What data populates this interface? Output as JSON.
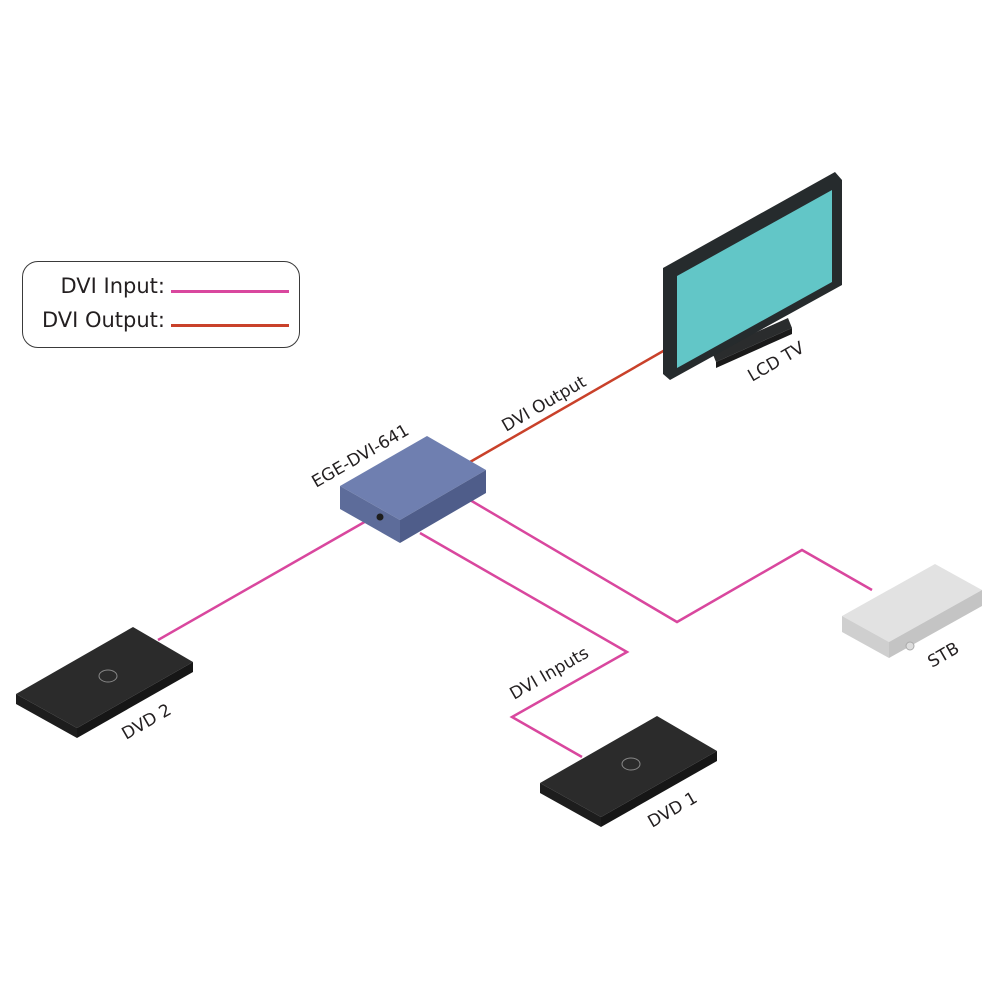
{
  "legend": {
    "items": [
      {
        "label": "DVI Input:",
        "color": "#d9479e"
      },
      {
        "label": "DVI Output:",
        "color": "#c9412a"
      }
    ]
  },
  "devices": {
    "extender": {
      "label": "EGE-DVI-641",
      "color": "#6f7fb0"
    },
    "tv": {
      "label": "LCD TV",
      "screen_color": "#62c6c7"
    },
    "stb": {
      "label": "STB"
    },
    "dvd2": {
      "label": "DVD 2"
    },
    "dvd1": {
      "label": "DVD 1"
    }
  },
  "connections": {
    "output_label": "DVI Output",
    "inputs_label": "DVI Inputs",
    "input_color": "#d9479e",
    "output_color": "#c9412a"
  }
}
